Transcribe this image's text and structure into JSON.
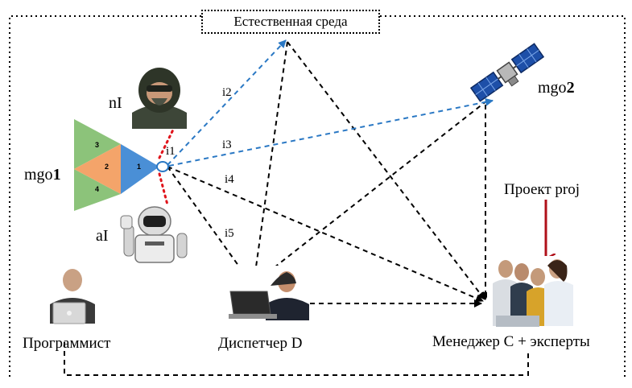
{
  "environment": {
    "label": "Естественная среда"
  },
  "mgo1": {
    "prefix": "mgo",
    "index": "1",
    "segments": [
      "3",
      "2",
      "1",
      "4"
    ]
  },
  "mgo2": {
    "prefix": "mgo",
    "index": "2"
  },
  "agents": {
    "natural_intelligence": "nI",
    "artificial_intelligence": "aI"
  },
  "interfaces": [
    "i1",
    "i2",
    "i3",
    "i4",
    "i5"
  ],
  "project": {
    "label": "Проект proj"
  },
  "roles": {
    "programmer": "Программист",
    "dispatcher": "Диспетчер D",
    "manager": "Менеджер C + эксперты"
  },
  "colors": {
    "triangle_green": "#8cc37a",
    "triangle_orange": "#f4a46a",
    "triangle_blue": "#4a8fd6",
    "interface_blue": "#2a78c4",
    "dotted_red": "#e0141b",
    "arrow_dark_red": "#b0101a"
  }
}
